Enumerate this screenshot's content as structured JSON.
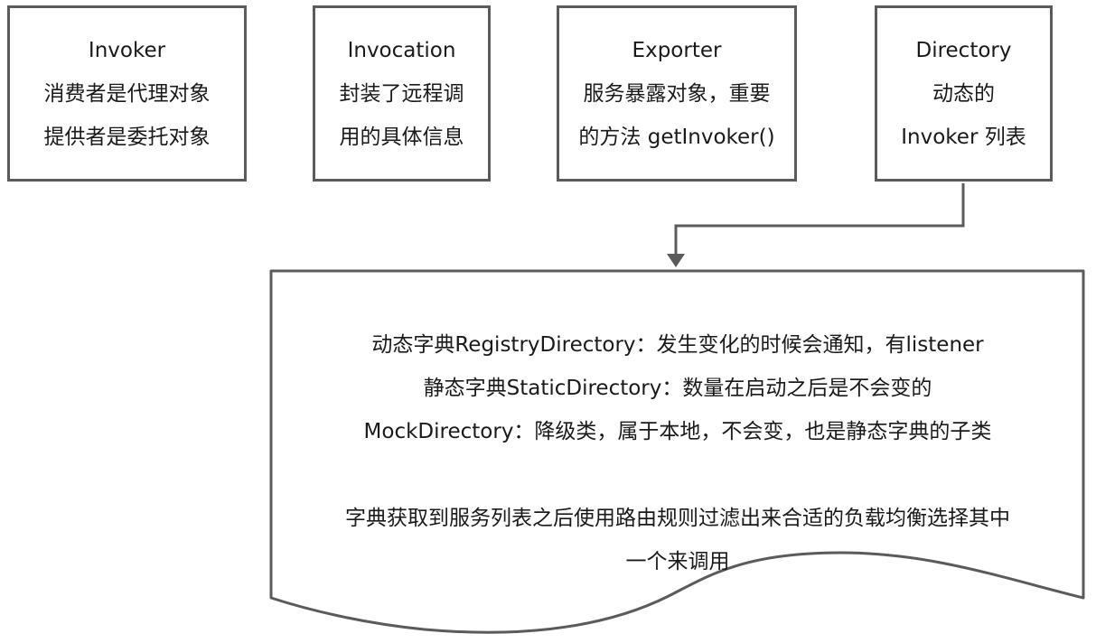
{
  "boxes": {
    "invoker": {
      "title": "Invoker",
      "line1": "消费者是代理对象",
      "line2": "提供者是委托对象"
    },
    "invocation": {
      "title": "Invocation",
      "line1": "封装了远程调",
      "line2": "用的具体信息"
    },
    "exporter": {
      "title": "Exporter",
      "line1": "服务暴露对象，重要",
      "line2": "的方法 getInvoker()"
    },
    "directory": {
      "title": "Directory",
      "line1": "动态的",
      "line2": "Invoker 列表"
    }
  },
  "document": {
    "line1": "动态字典RegistryDirectory：发生变化的时候会通知，有listener",
    "line2": "静态字典StaticDirectory：数量在启动之后是不会变的",
    "line3": "MockDirectory：降级类，属于本地，不会变，也是静态字典的子类",
    "line4": "字典获取到服务列表之后使用路由规则过滤出来合适的负载均衡选择其中",
    "line5": "一个来调用"
  }
}
